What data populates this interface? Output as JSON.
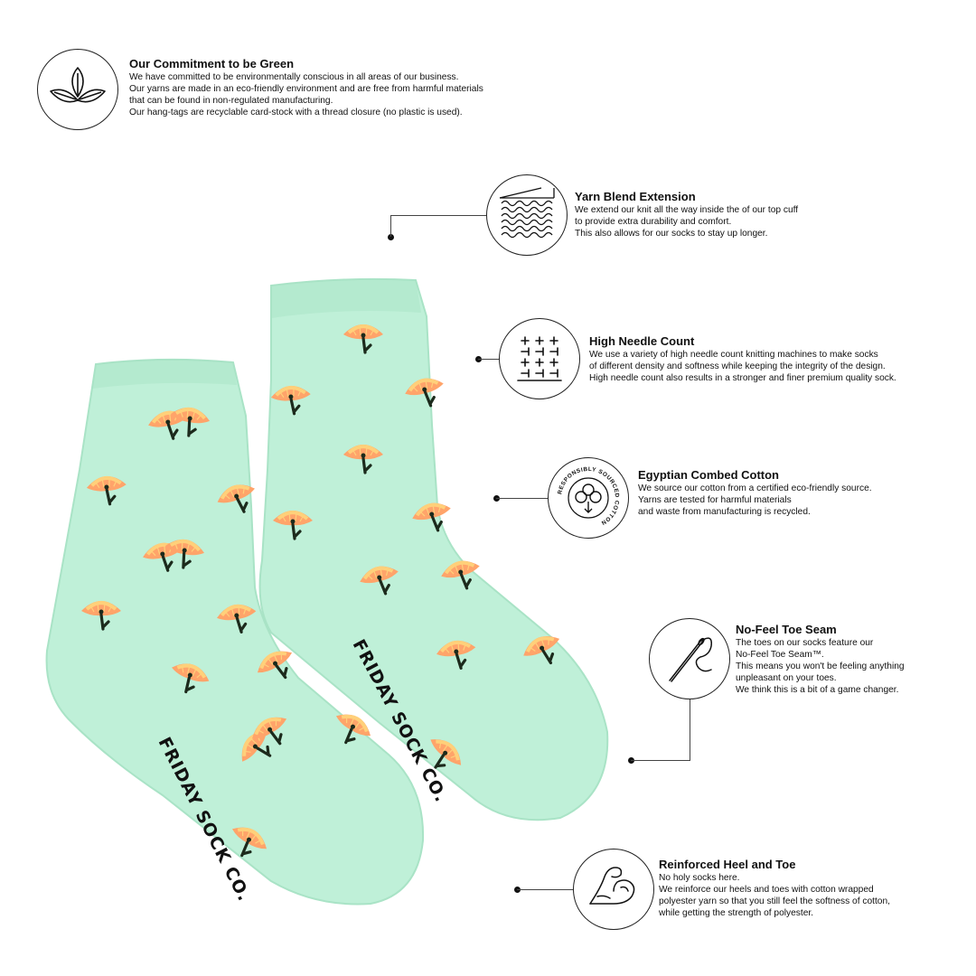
{
  "palette": {
    "sock": "#bff0d8",
    "sock_shadow": "#a9e3c6",
    "petal": "#ffa46a",
    "petal_light": "#ffd07a",
    "stem": "#1c2a1c"
  },
  "brand": {
    "sole_text": "FRIDAY SOCK CO."
  },
  "features": [
    {
      "icon": "leaf-icon",
      "title": "Our Commitment to be Green",
      "lines": [
        "We have committed to be environmentally conscious in all areas of our business.",
        "Our yarns are made in an eco-friendly environment and are free from harmful materials",
        "that can be found in non-regulated manufacturing.",
        "Our hang-tags are recyclable card-stock with a thread closure (no plastic is used)."
      ]
    },
    {
      "icon": "knit-yarn-icon",
      "title": "Yarn Blend Extension",
      "lines": [
        "We extend our knit all the way inside the of our top cuff",
        "to provide extra durability and comfort.",
        "This also allows for our socks to stay up longer."
      ]
    },
    {
      "icon": "needle-pattern-icon",
      "title": "High Needle Count",
      "lines": [
        "We use a variety of high needle count knitting machines to make socks",
        "of different density and softness while keeping the integrity of the design.",
        "High needle count also results in a stronger and finer premium quality sock."
      ]
    },
    {
      "icon": "cotton-icon",
      "badge_text": "RESPONSIBLY SOURCED COTTON",
      "title": "Egyptian Combed Cotton",
      "lines": [
        "We source our cotton from a certified eco-friendly source.",
        "Yarns are tested for harmful materials",
        "and waste from manufacturing is recycled."
      ]
    },
    {
      "icon": "needle-thread-icon",
      "title": "No-Feel Toe Seam",
      "lines": [
        "The toes on our socks feature our",
        "No-Feel Toe Seam™.",
        "This means you won't be feeling anything",
        "unpleasant on your toes.",
        "We think this is a bit of a game changer."
      ]
    },
    {
      "icon": "flexed-arm-icon",
      "title": "Reinforced Heel and Toe",
      "lines": [
        "No holy socks here.",
        "We reinforce our heels and toes with cotton wrapped",
        "polyester yarn so that you still feel the softness of cotton,",
        "while getting the strength of polyester."
      ]
    }
  ]
}
